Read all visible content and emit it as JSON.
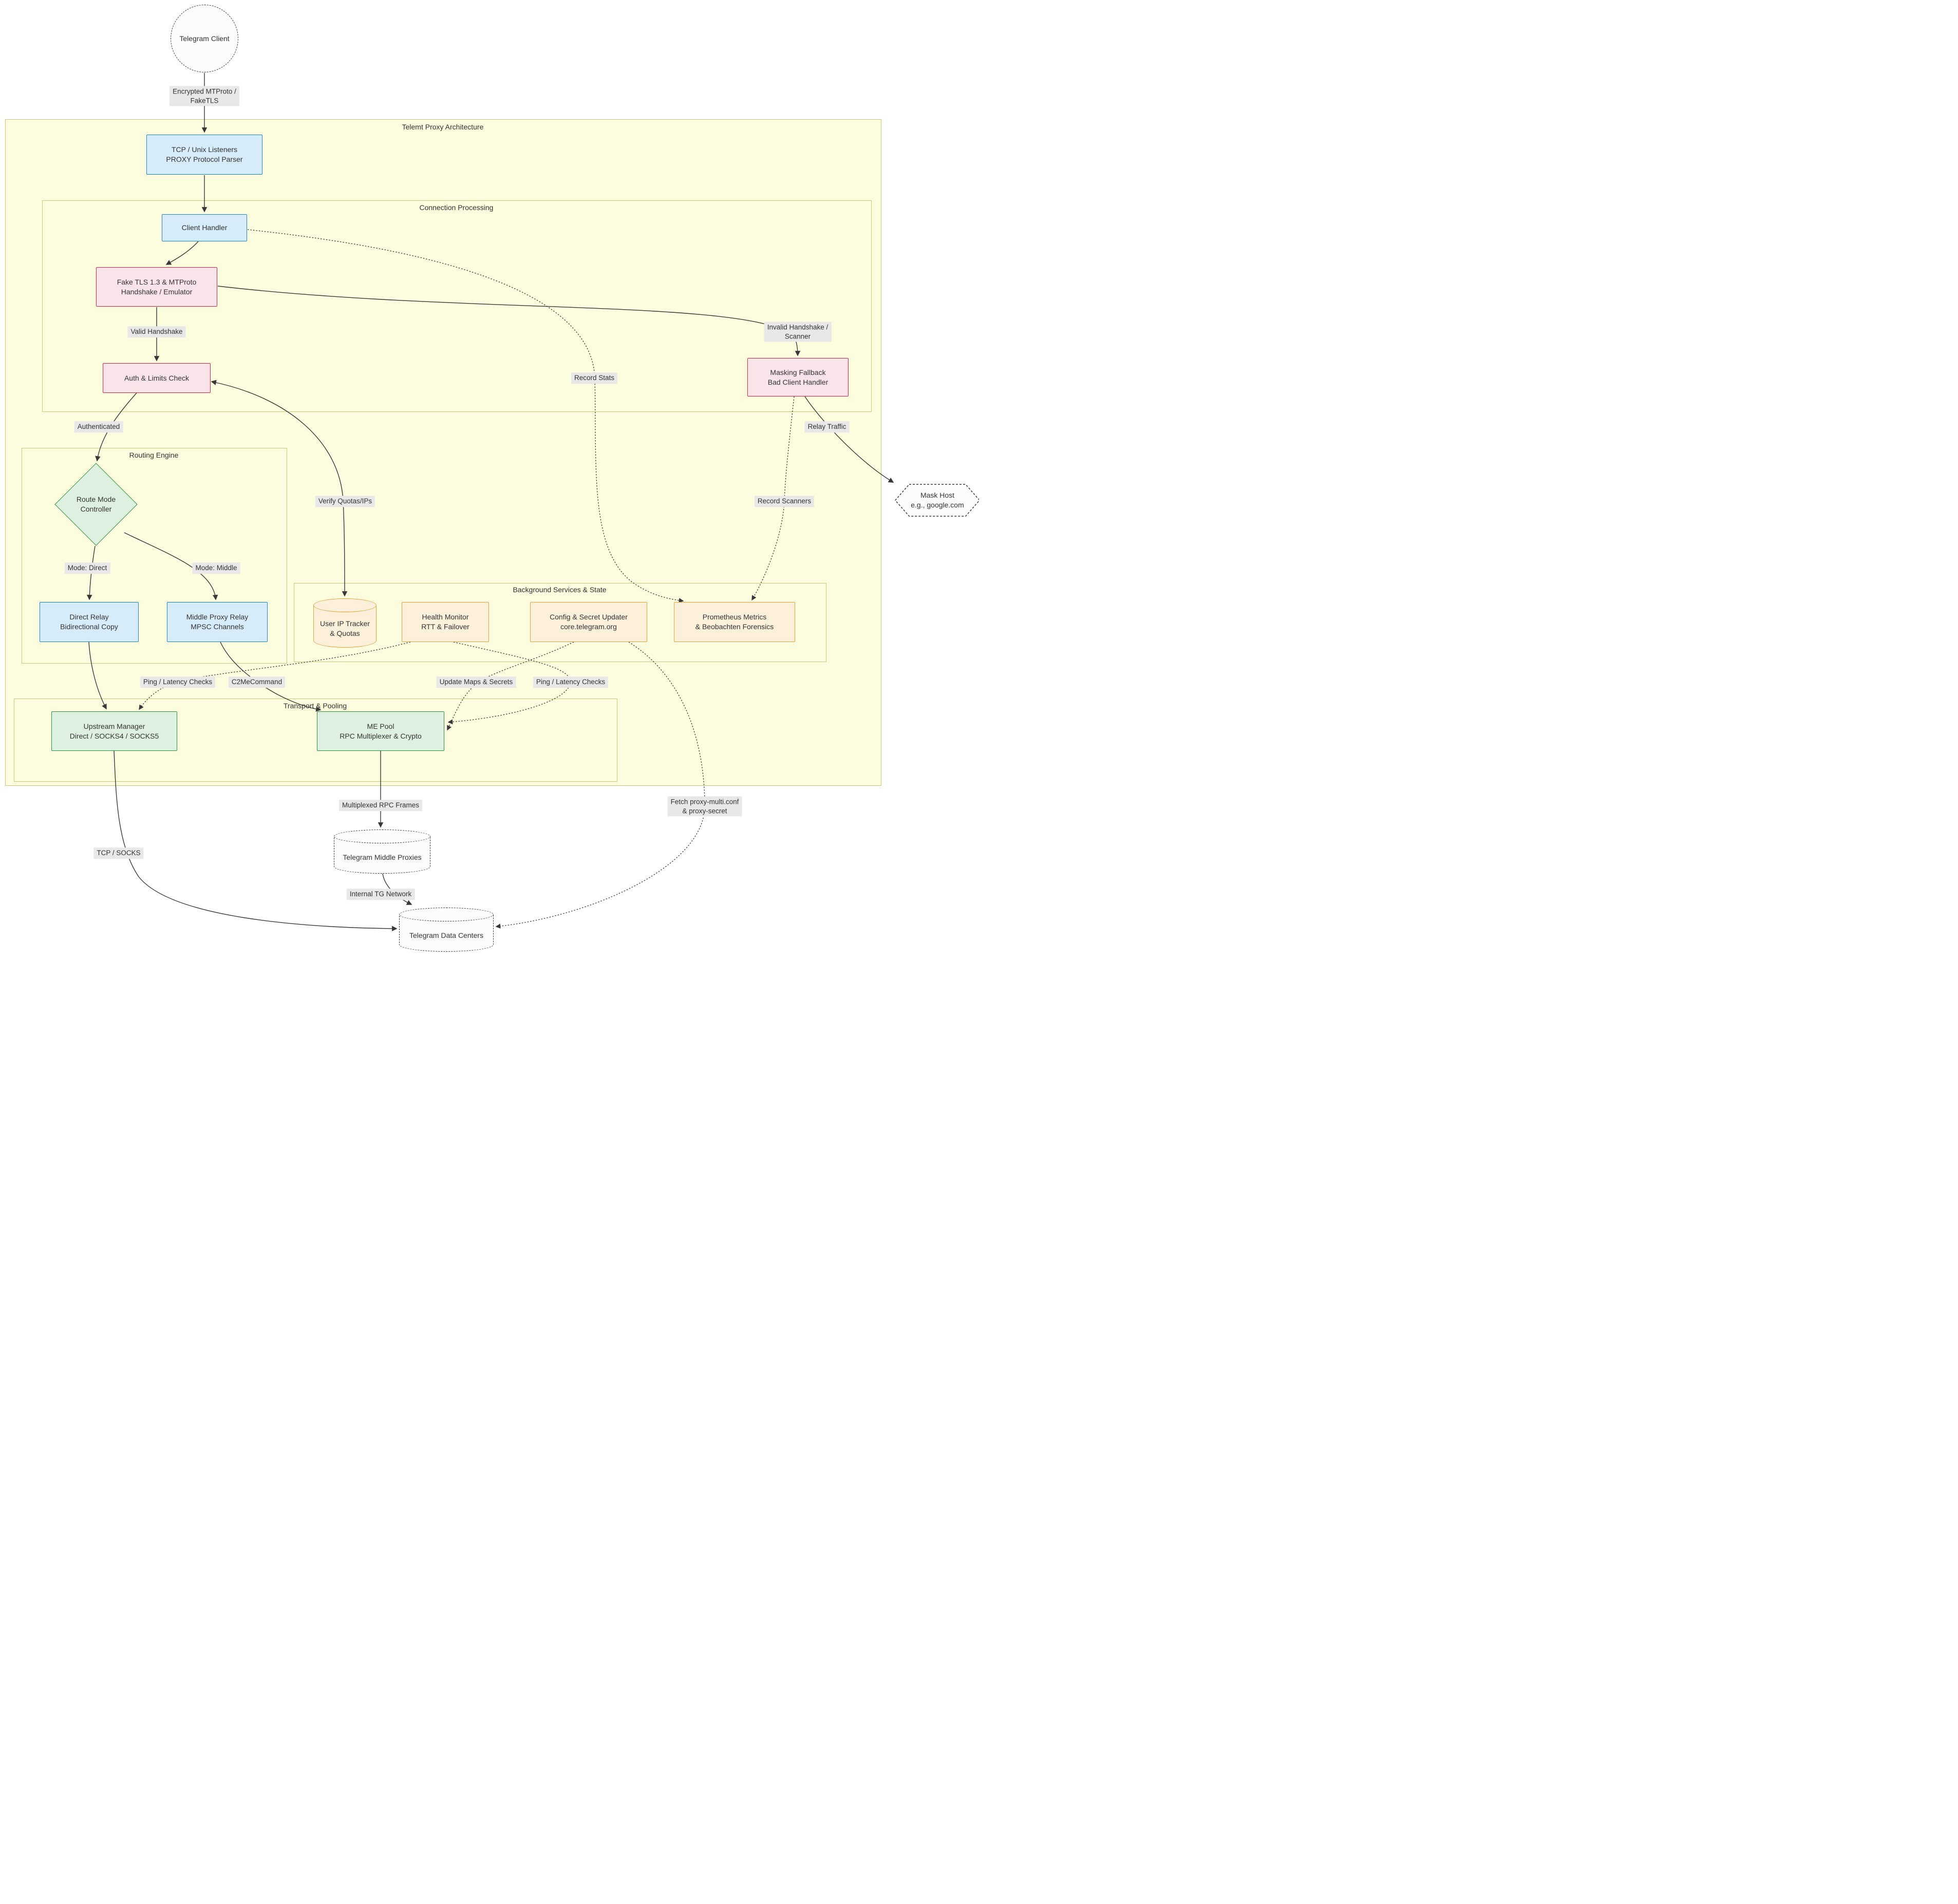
{
  "diagram_title": "Telemt Proxy Architecture",
  "subgraphs": {
    "connection": "Connection Processing",
    "routing": "Routing Engine",
    "background": "Background Services & State",
    "transport": "Transport & Pooling"
  },
  "nodes": {
    "client": {
      "line1": "Telegram Client"
    },
    "listeners": {
      "line1": "TCP / Unix Listeners",
      "line2": "PROXY Protocol Parser"
    },
    "client_handler": {
      "line1": "Client Handler"
    },
    "fake_tls": {
      "line1": "Fake TLS 1.3 & MTProto",
      "line2": "Handshake / Emulator"
    },
    "auth": {
      "line1": "Auth & Limits Check"
    },
    "masking": {
      "line1": "Masking Fallback",
      "line2": "Bad Client Handler"
    },
    "route_mode": {
      "line1": "Route Mode",
      "line2": "Controller"
    },
    "direct_relay": {
      "line1": "Direct Relay",
      "line2": "Bidirectional Copy"
    },
    "middle_relay": {
      "line1": "Middle Proxy Relay",
      "line2": "MPSC Channels"
    },
    "ip_tracker": {
      "line1": "User IP Tracker",
      "line2": "& Quotas"
    },
    "health": {
      "line1": "Health Monitor",
      "line2": "RTT & Failover"
    },
    "config": {
      "line1": "Config & Secret Updater",
      "line2": "core.telegram.org"
    },
    "prometheus": {
      "line1": "Prometheus Metrics",
      "line2": "& Beobachten Forensics"
    },
    "upstream": {
      "line1": "Upstream Manager",
      "line2": "Direct / SOCKS4 / SOCKS5"
    },
    "me_pool": {
      "line1": "ME Pool",
      "line2": "RPC Multiplexer & Crypto"
    },
    "middle_proxies": {
      "line1": "Telegram Middle Proxies"
    },
    "data_centers": {
      "line1": "Telegram Data Centers"
    },
    "mask_host": {
      "line1": "Mask Host",
      "line2": "e.g., google.com"
    }
  },
  "edge_labels": {
    "encrypted": {
      "line1": "Encrypted MTProto /",
      "line2": "FakeTLS"
    },
    "valid_handshake": "Valid Handshake",
    "invalid_handshake": {
      "line1": "Invalid Handshake /",
      "line2": "Scanner"
    },
    "record_stats": "Record Stats",
    "authenticated": "Authenticated",
    "relay_traffic": "Relay Traffic",
    "verify_quotas": "Verify Quotas/IPs",
    "record_scanners": "Record Scanners",
    "mode_direct": "Mode: Direct",
    "mode_middle": "Mode: Middle",
    "ping_left": "Ping / Latency Checks",
    "c2me": "C2MeCommand",
    "update_maps": "Update Maps & Secrets",
    "ping_right": "Ping / Latency Checks",
    "multiplexed": "Multiplexed RPC Frames",
    "fetch_conf": {
      "line1": "Fetch proxy-multi.conf",
      "line2": "& proxy-secret"
    },
    "tcp_socks": "TCP / SOCKS",
    "internal_tg": "Internal TG Network"
  },
  "edges": [
    {
      "from": "client",
      "to": "listeners",
      "label": "Encrypted MTProto / FakeTLS",
      "style": "solid"
    },
    {
      "from": "listeners",
      "to": "client_handler",
      "label": "",
      "style": "solid"
    },
    {
      "from": "client_handler",
      "to": "fake_tls",
      "label": "",
      "style": "solid"
    },
    {
      "from": "client_handler",
      "to": "prometheus",
      "label": "Record Stats",
      "style": "dotted"
    },
    {
      "from": "fake_tls",
      "to": "auth",
      "label": "Valid Handshake",
      "style": "solid"
    },
    {
      "from": "fake_tls",
      "to": "masking",
      "label": "Invalid Handshake / Scanner",
      "style": "solid"
    },
    {
      "from": "auth",
      "to": "route_mode",
      "label": "Authenticated",
      "style": "solid"
    },
    {
      "from": "auth",
      "to": "ip_tracker",
      "label": "Verify Quotas/IPs",
      "style": "solid"
    },
    {
      "from": "masking",
      "to": "mask_host",
      "label": "Relay Traffic",
      "style": "solid"
    },
    {
      "from": "masking",
      "to": "prometheus",
      "label": "Record Scanners",
      "style": "dotted"
    },
    {
      "from": "route_mode",
      "to": "direct_relay",
      "label": "Mode: Direct",
      "style": "solid"
    },
    {
      "from": "route_mode",
      "to": "middle_relay",
      "label": "Mode: Middle",
      "style": "solid"
    },
    {
      "from": "direct_relay",
      "to": "upstream",
      "label": "",
      "style": "solid"
    },
    {
      "from": "middle_relay",
      "to": "me_pool",
      "label": "C2MeCommand",
      "style": "solid"
    },
    {
      "from": "health",
      "to": "upstream",
      "label": "Ping / Latency Checks",
      "style": "dotted"
    },
    {
      "from": "health",
      "to": "me_pool",
      "label": "Ping / Latency Checks",
      "style": "dotted"
    },
    {
      "from": "config",
      "to": "me_pool",
      "label": "Update Maps & Secrets",
      "style": "dotted"
    },
    {
      "from": "config",
      "to": "data_centers",
      "label": "Fetch proxy-multi.conf & proxy-secret",
      "style": "dotted"
    },
    {
      "from": "upstream",
      "to": "data_centers",
      "label": "TCP / SOCKS",
      "style": "solid"
    },
    {
      "from": "me_pool",
      "to": "middle_proxies",
      "label": "Multiplexed RPC Frames",
      "style": "solid"
    },
    {
      "from": "middle_proxies",
      "to": "data_centers",
      "label": "Internal TG Network",
      "style": "solid"
    }
  ],
  "colors": {
    "canvas_bg": "#ffffff",
    "container_bg": "#fcfcde",
    "container_border": "#c8c878",
    "blue_fill": "#d6ecfa",
    "blue_stroke": "#1f86c6",
    "pink_fill": "#fbe4e9",
    "pink_stroke": "#dd2446",
    "green_fill": "#def1e0",
    "green_stroke": "#27913f",
    "orange_fill": "#fdf0da",
    "orange_stroke": "#e8a33d",
    "dashed_fill": "#fcfcfc",
    "dashed_stroke": "#3a3a3a",
    "edge_label_bg": "#e8e8e8",
    "edge_color": "#383838",
    "text_color": "#333333"
  }
}
